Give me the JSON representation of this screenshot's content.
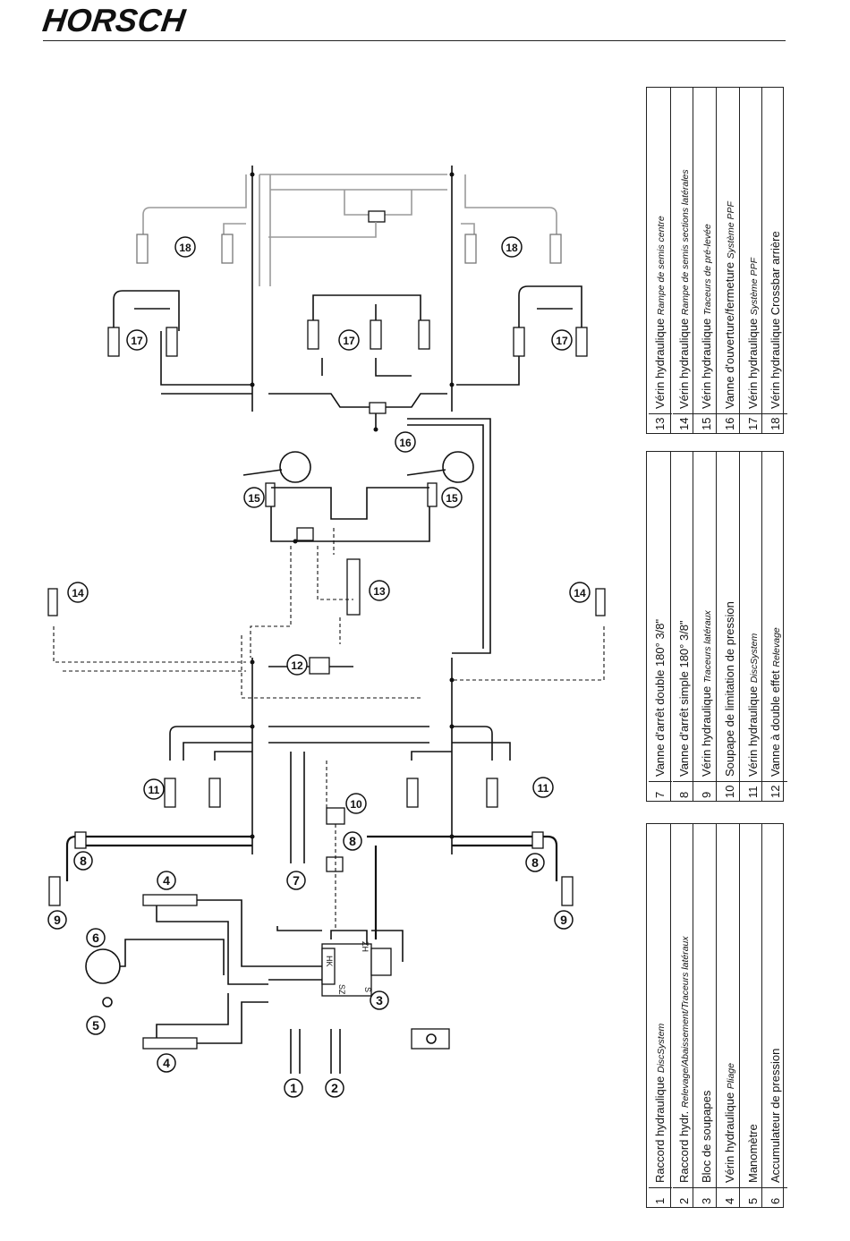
{
  "header": {
    "brand": "HORSCH"
  },
  "legend_tables": [
    {
      "id": "a",
      "rows": [
        {
          "num": "1",
          "text": "Raccord hydraulique ",
          "italic": "DiscSystem"
        },
        {
          "num": "2",
          "text": "Raccord hydr. ",
          "italic": "Relevage/Abaissement/Traceurs latéraux"
        },
        {
          "num": "3",
          "text": "Bloc de soupapes",
          "italic": ""
        },
        {
          "num": "4",
          "text": "Vérin hydraulique ",
          "italic": "Pliage"
        },
        {
          "num": "5",
          "text": "Manomètre",
          "italic": ""
        },
        {
          "num": "6",
          "text": "Accumulateur de pression",
          "italic": ""
        }
      ]
    },
    {
      "id": "b",
      "rows": [
        {
          "num": "7",
          "text": "Vanne d'arrêt double 180° 3/8\"",
          "italic": ""
        },
        {
          "num": "8",
          "text": "Vanne d'arrêt simple 180° 3/8\"",
          "italic": ""
        },
        {
          "num": "9",
          "text": "Vérin hydraulique ",
          "italic": "Traceurs latéraux"
        },
        {
          "num": "10",
          "text": "Soupape de limitation de pression",
          "italic": ""
        },
        {
          "num": "11",
          "text": "Vérin hydraulique ",
          "italic": "DiscSystem"
        },
        {
          "num": "12",
          "text": "Vanne à double effet ",
          "italic": "Relevage"
        }
      ]
    },
    {
      "id": "c",
      "rows": [
        {
          "num": "13",
          "text": "Vérin hydraulique ",
          "italic": "Rampe de semis centre"
        },
        {
          "num": "14",
          "text": "Vérin hydraulique ",
          "italic": "Rampe de semis sections latérales"
        },
        {
          "num": "15",
          "text": "Vérin hydraulique ",
          "italic": "Traceurs de pré-levée"
        },
        {
          "num": "16",
          "text": "Vanne d'ouverture/fermeture ",
          "italic": "Système PPF"
        },
        {
          "num": "17",
          "text": "Vérin hydraulique ",
          "italic": "Système PPF"
        },
        {
          "num": "18",
          "text": "Vérin hydraulique Crossbar arrière",
          "italic": ""
        }
      ]
    }
  ],
  "callouts": {
    "c1": "1",
    "c2": "2",
    "c3": "3",
    "c4a": "4",
    "c4b": "4",
    "c5": "5",
    "c6": "6",
    "c7": "7",
    "c8a": "8",
    "c8b": "8",
    "c8c": "8",
    "c9a": "9",
    "c9b": "9",
    "c10": "10",
    "c11a": "11",
    "c11b": "11",
    "c12": "12",
    "c13": "13",
    "c14a": "14",
    "c14b": "14",
    "c15a": "15",
    "c15b": "15",
    "c16": "16",
    "c17a": "17",
    "c17b": "17",
    "c17c": "17",
    "c18a": "18",
    "c18b": "18"
  },
  "block_labels": {
    "zh": "ZH",
    "s": "S",
    "sz": "SZ",
    "hk": "HK"
  }
}
